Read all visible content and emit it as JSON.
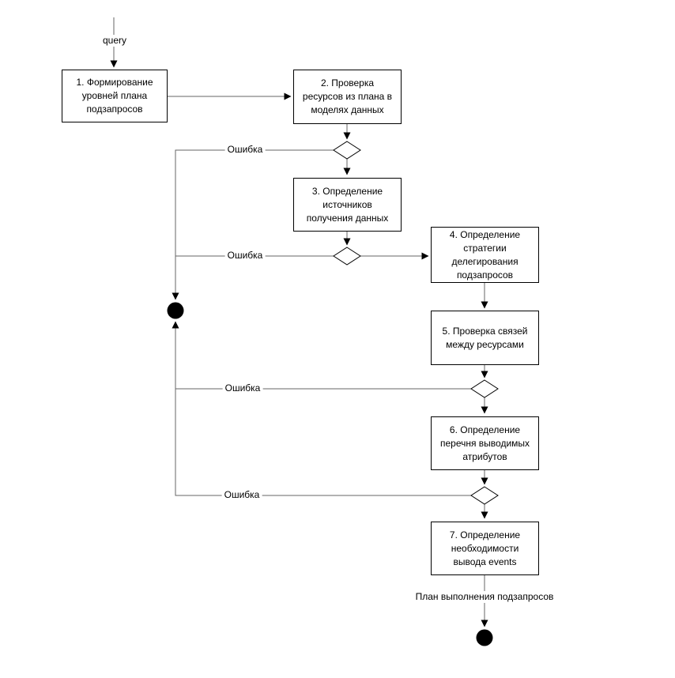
{
  "diagram": {
    "start_label": "query",
    "nodes": [
      {
        "name": "step-1",
        "lines": [
          "1. Формирование",
          "уровней плана",
          "подзапросов"
        ]
      },
      {
        "name": "step-2",
        "lines": [
          "2. Проверка",
          "ресурсов из плана в",
          "моделях данных"
        ]
      },
      {
        "name": "step-3",
        "lines": [
          "3. Определение",
          "источников",
          "получения данных"
        ]
      },
      {
        "name": "step-4",
        "lines": [
          "4. Определение",
          "стратегии",
          "делегирования",
          "подзапросов"
        ]
      },
      {
        "name": "step-5",
        "lines": [
          "5. Проверка связей",
          "между ресурсами"
        ]
      },
      {
        "name": "step-6",
        "lines": [
          "6. Определение",
          "перечня выводимых",
          "атрибутов"
        ]
      },
      {
        "name": "step-7",
        "lines": [
          "7. Определение",
          "необходимости",
          "вывода events"
        ]
      }
    ],
    "error_labels": [
      "Ошибка",
      "Ошибка",
      "Ошибка",
      "Ошибка"
    ],
    "end_label": "План выполнения подзапросов",
    "colors": {
      "shape_stroke": "#000000",
      "edge_stroke": "#666666",
      "node_fill": "#ffffff",
      "terminal_fill": "#000000"
    }
  }
}
